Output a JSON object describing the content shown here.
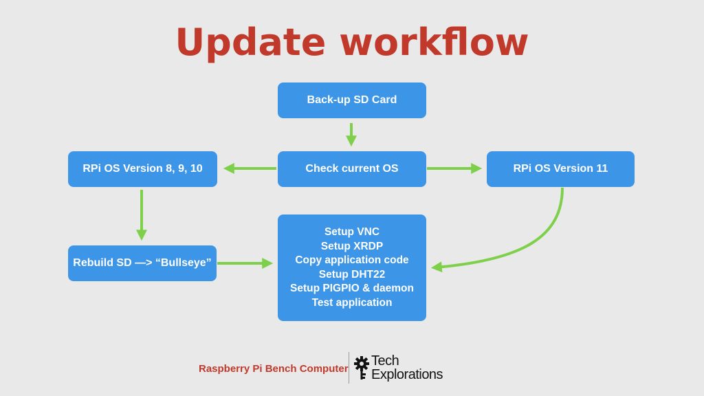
{
  "title": "Update workflow",
  "nodes": {
    "backup": "Back-up SD Card",
    "check": "Check current OS",
    "old": "RPi OS Version 8, 9, 10",
    "new": "RPi OS Version 11",
    "rebuild": "Rebuild SD —> “Bullseye”",
    "setup": [
      "Setup VNC",
      "Setup XRDP",
      "Copy application code",
      "Setup DHT22",
      "Setup PIGPIO & daemon",
      "Test application"
    ]
  },
  "footer": {
    "course": "Raspberry Pi Bench Computer",
    "brand_line1": "Tech",
    "brand_line2": "Explorations"
  },
  "colors": {
    "background": "#e9e9e9",
    "title": "#c1392b",
    "node": "#3d95e8",
    "arrow": "#7ed04b"
  }
}
